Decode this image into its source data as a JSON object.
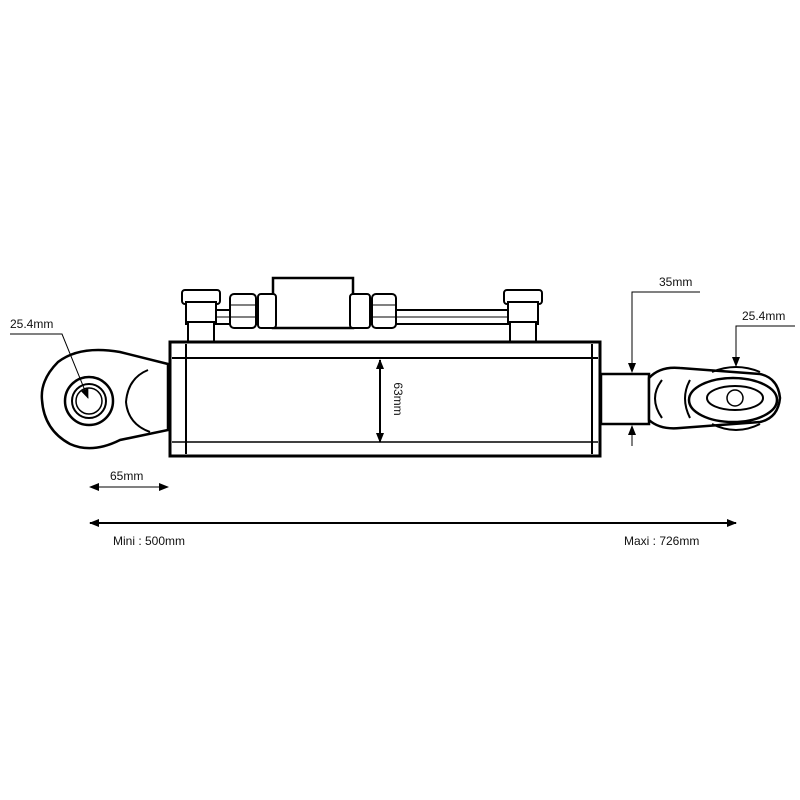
{
  "labels": {
    "left_eye_bore": "25.4mm",
    "right_eye_bore": "25.4mm",
    "rod_diameter": "35mm",
    "cylinder_bore": "63mm",
    "eye_length": "65mm",
    "min_length": "Mini : 500mm",
    "max_length": "Maxi : 726mm"
  },
  "colors": {
    "line": "#000000",
    "background": "#ffffff"
  }
}
